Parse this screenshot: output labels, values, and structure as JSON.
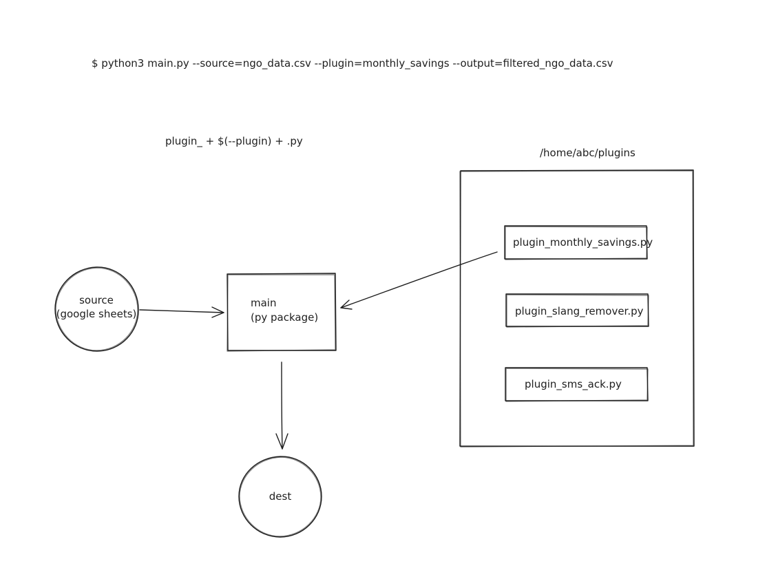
{
  "command": "$ python3 main.py --source=ngo_data.csv --plugin=monthly_savings --output=filtered_ngo_data.csv",
  "plugin_formula": "plugin_ + $(--plugin) + .py",
  "plugins_dir_label": "/home/abc/plugins",
  "source": {
    "line1": "source",
    "line2": "(google sheets)"
  },
  "main": {
    "line1": "main",
    "line2": "(py package)"
  },
  "dest": {
    "label": "dest"
  },
  "plugins": [
    "plugin_monthly_savings.py",
    "plugin_slang_remover.py",
    "plugin_sms_ack.py"
  ]
}
